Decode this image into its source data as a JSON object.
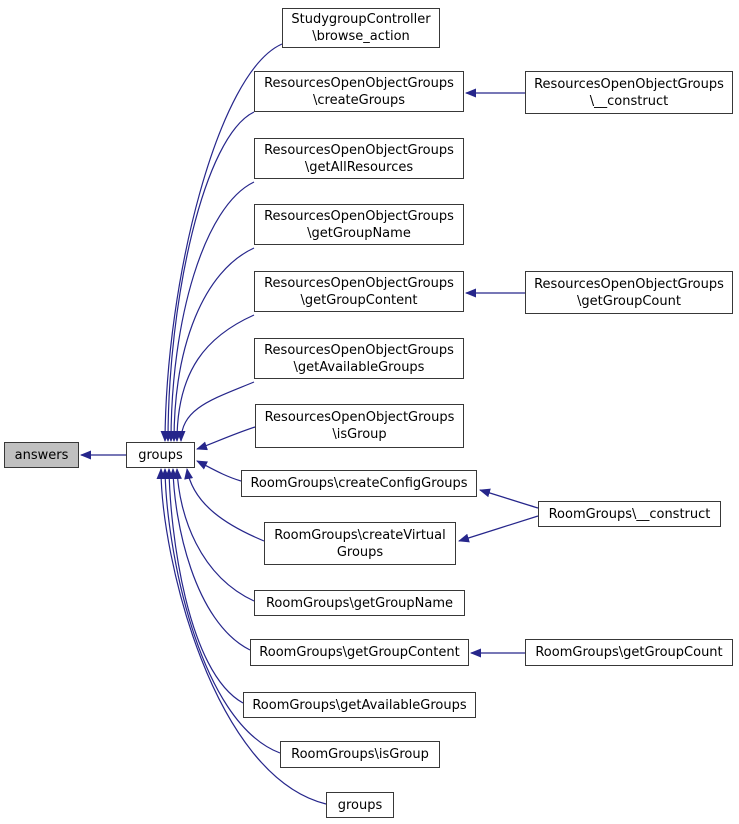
{
  "diagram_type": "doxygen-caller-graph",
  "colors": {
    "edge": "#26268b",
    "node_border": "#383838",
    "node_fill": "#ffffff",
    "highlight_fill": "#c0c0c0"
  },
  "nodes": {
    "answers": {
      "lines": [
        "answers"
      ]
    },
    "groups_hub": {
      "lines": [
        "groups"
      ]
    },
    "browse_action": {
      "lines": [
        "StudygroupController",
        "\\browse_action"
      ]
    },
    "res_create_groups": {
      "lines": [
        "ResourcesOpenObjectGroups",
        "\\createGroups"
      ]
    },
    "res_construct": {
      "lines": [
        "ResourcesOpenObjectGroups",
        "\\__construct"
      ]
    },
    "res_get_all_resources": {
      "lines": [
        "ResourcesOpenObjectGroups",
        "\\getAllResources"
      ]
    },
    "res_get_group_name": {
      "lines": [
        "ResourcesOpenObjectGroups",
        "\\getGroupName"
      ]
    },
    "res_get_group_content": {
      "lines": [
        "ResourcesOpenObjectGroups",
        "\\getGroupContent"
      ]
    },
    "res_get_group_count": {
      "lines": [
        "ResourcesOpenObjectGroups",
        "\\getGroupCount"
      ]
    },
    "res_get_available_groups": {
      "lines": [
        "ResourcesOpenObjectGroups",
        "\\getAvailableGroups"
      ]
    },
    "res_is_group": {
      "lines": [
        "ResourcesOpenObjectGroups",
        "\\isGroup"
      ]
    },
    "room_create_config_groups": {
      "lines": [
        "RoomGroups\\createConfigGroups"
      ]
    },
    "room_construct": {
      "lines": [
        "RoomGroups\\__construct"
      ]
    },
    "room_create_virtual_groups": {
      "lines": [
        "RoomGroups\\createVirtual",
        "Groups"
      ]
    },
    "room_get_group_name": {
      "lines": [
        "RoomGroups\\getGroupName"
      ]
    },
    "room_get_group_content": {
      "lines": [
        "RoomGroups\\getGroupContent"
      ]
    },
    "room_get_group_count": {
      "lines": [
        "RoomGroups\\getGroupCount"
      ]
    },
    "room_get_available_groups": {
      "lines": [
        "RoomGroups\\getAvailableGroups"
      ]
    },
    "room_is_group": {
      "lines": [
        "RoomGroups\\isGroup"
      ]
    },
    "groups_plain": {
      "lines": [
        "groups"
      ]
    }
  }
}
